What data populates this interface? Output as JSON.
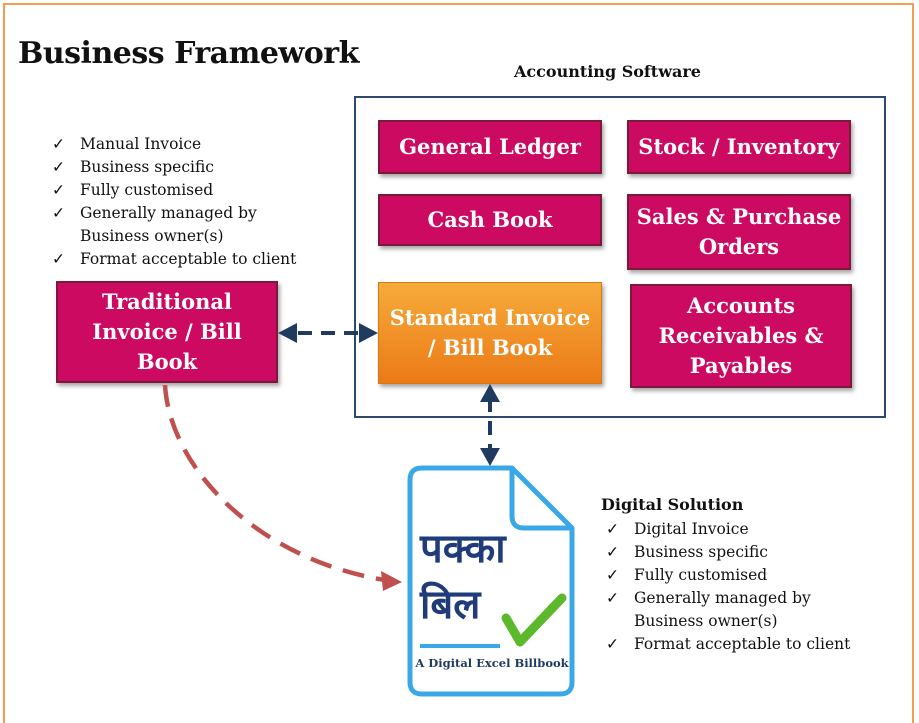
{
  "title": "Business Framework",
  "accounting": {
    "heading": "Accounting Software",
    "modules": {
      "general_ledger": "General Ledger",
      "stock": "Stock / Inventory",
      "cash_book": "Cash Book",
      "sales_purchase": [
        "Sales & Purchase",
        "Orders"
      ],
      "standard_invoice": [
        "Standard Invoice",
        "/ Bill Book"
      ],
      "receivables": [
        "Accounts",
        "Receivables &",
        "Payables"
      ]
    }
  },
  "traditional": {
    "box": [
      "Traditional",
      "Invoice / Bill",
      "Book"
    ],
    "points": [
      "Manual Invoice",
      "Business specific",
      "Fully customised",
      "Generally managed by",
      "Business owner(s)",
      "Format acceptable to client"
    ]
  },
  "digital": {
    "heading": "Digital Solution",
    "points": [
      "Digital Invoice",
      "Business specific",
      "Fully customised",
      "Generally managed by",
      "Business owner(s)",
      "Format acceptable to client"
    ],
    "logo_line1": "पक्का",
    "logo_line2": "बिल",
    "logo_caption": "A Digital Excel Billbook"
  },
  "colors": {
    "magenta": "#cc0a62",
    "orange": "#f29a2e",
    "navy": "#1f3b60",
    "dashed_red": "#c0504d",
    "doc_blue": "#3aa8e6",
    "check_green": "#5cb82c"
  }
}
